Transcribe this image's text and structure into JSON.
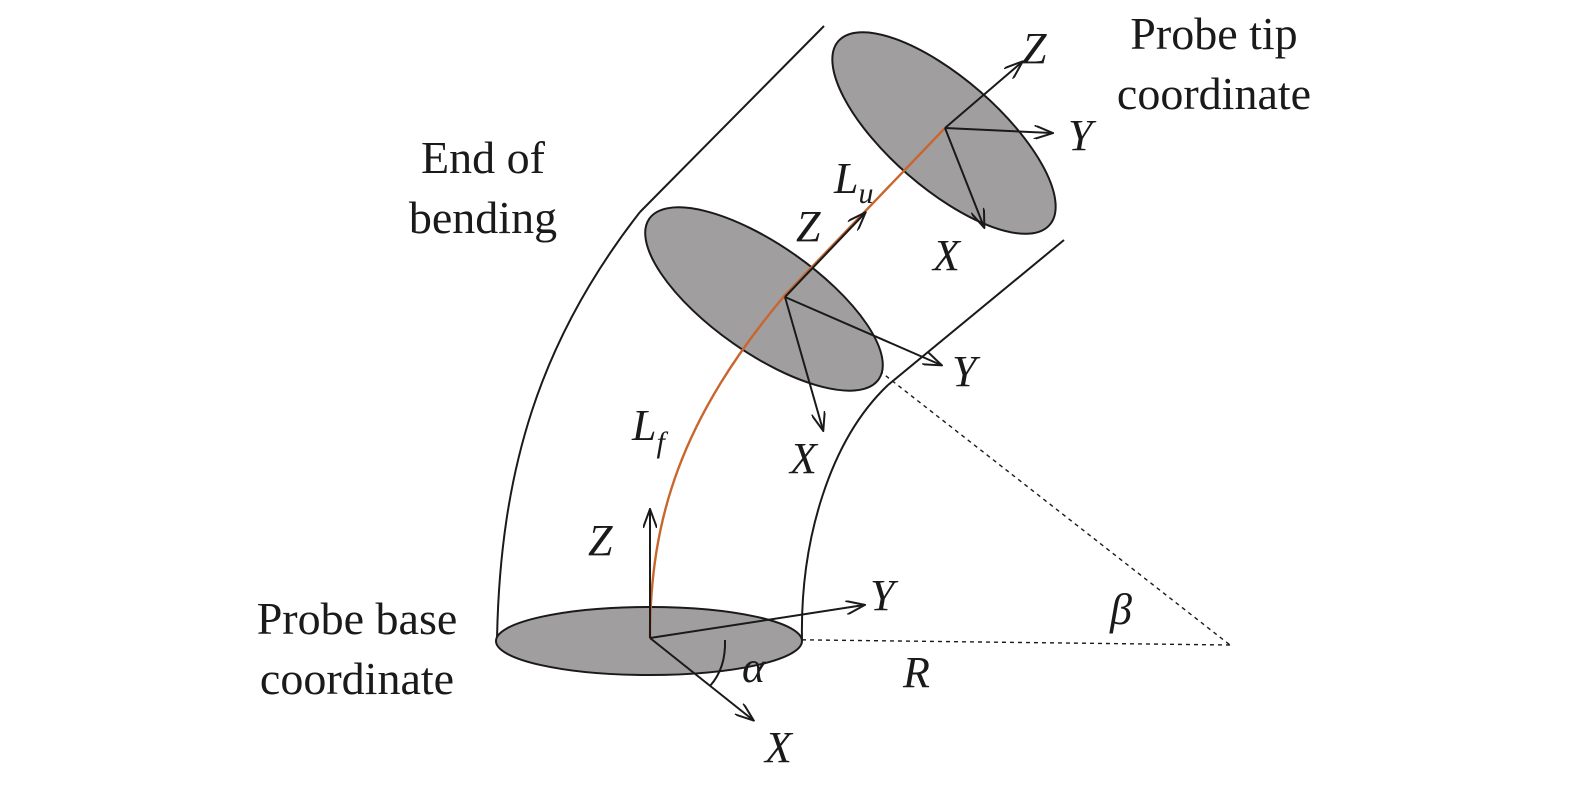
{
  "labels": {
    "probe_tip_line1": "Probe tip",
    "probe_tip_line2": "coordinate",
    "end_bending_line1": "End of",
    "end_bending_line2": "bending",
    "probe_base_line1": "Probe base",
    "probe_base_line2": "coordinate"
  },
  "symbols": {
    "Lu_main": "L",
    "Lu_sub": "u",
    "Lf_main": "L",
    "Lf_sub": "f",
    "alpha": "α",
    "beta": "β",
    "R": "R"
  },
  "axes": {
    "tip": {
      "z": "Z",
      "y": "Y",
      "x": "X"
    },
    "bend": {
      "z": "Z",
      "y": "Y",
      "x": "X"
    },
    "base": {
      "z": "Z",
      "y": "Y",
      "x": "X"
    }
  },
  "colors": {
    "disc_fill": "#a19ea0",
    "centerline": "#c8662e",
    "line": "#1a1a1a"
  }
}
